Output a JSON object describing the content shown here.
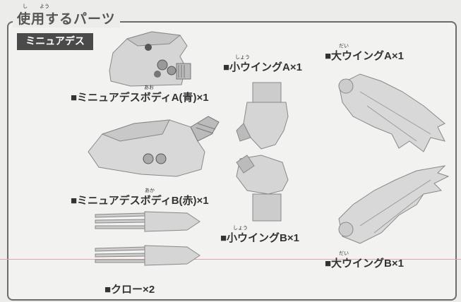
{
  "title": "使用するパーツ",
  "title_ruby": {
    "shi": "し",
    "you": "よう"
  },
  "section_tab": "ミニュアデス",
  "parts": {
    "body_a": "■ミニュアデスボディA(青)×1",
    "body_a_ruby": "あお",
    "body_b": "■ミニュアデスボディB(赤)×1",
    "body_b_ruby": "あか",
    "claw": "■クロー×2",
    "small_wing_a": "■小ウイングA×1",
    "small_wing_a_ruby": "しょう",
    "small_wing_b": "■小ウイングB×1",
    "small_wing_b_ruby": "しょう",
    "large_wing_a": "■大ウイングA×1",
    "large_wing_a_ruby": "だい",
    "large_wing_b": "■大ウイングB×1",
    "large_wing_b_ruby": "だい"
  }
}
